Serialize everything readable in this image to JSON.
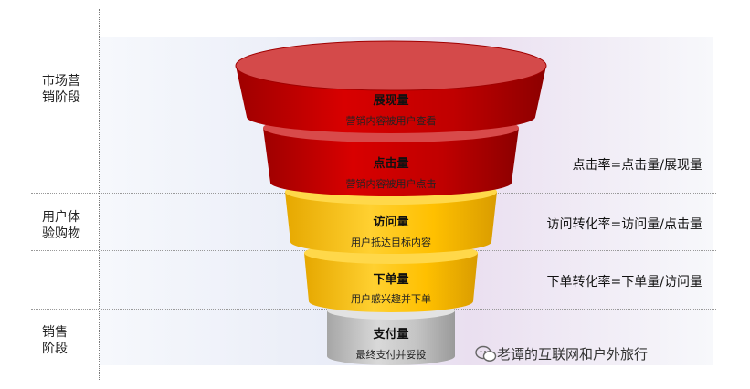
{
  "stages": [
    {
      "label": "市场营\n销阶段"
    },
    {
      "label": "用户体\n验购物"
    },
    {
      "label": "销售\n阶段"
    }
  ],
  "tiers": [
    {
      "title": "展现量",
      "desc": "营销内容被用户查看",
      "color": "#c00000"
    },
    {
      "title": "点击量",
      "desc": "营销内容被用户点击",
      "color": "#c00000"
    },
    {
      "title": "访问量",
      "desc": "用户抵达目标内容",
      "color": "#ffc000"
    },
    {
      "title": "下单量",
      "desc": "用户感兴趣并下单",
      "color": "#ffc000"
    },
    {
      "title": "支付量",
      "desc": "最终支付并妥投",
      "color": "#bfbfbf"
    }
  ],
  "formulas": [
    {
      "text": "点击率=点击量/展现量"
    },
    {
      "text": "访问转化率=访问量/点击量"
    },
    {
      "text": "下单转化率=下单量/访问量"
    }
  ],
  "watermark": "老谭的互联网和户外旅行"
}
